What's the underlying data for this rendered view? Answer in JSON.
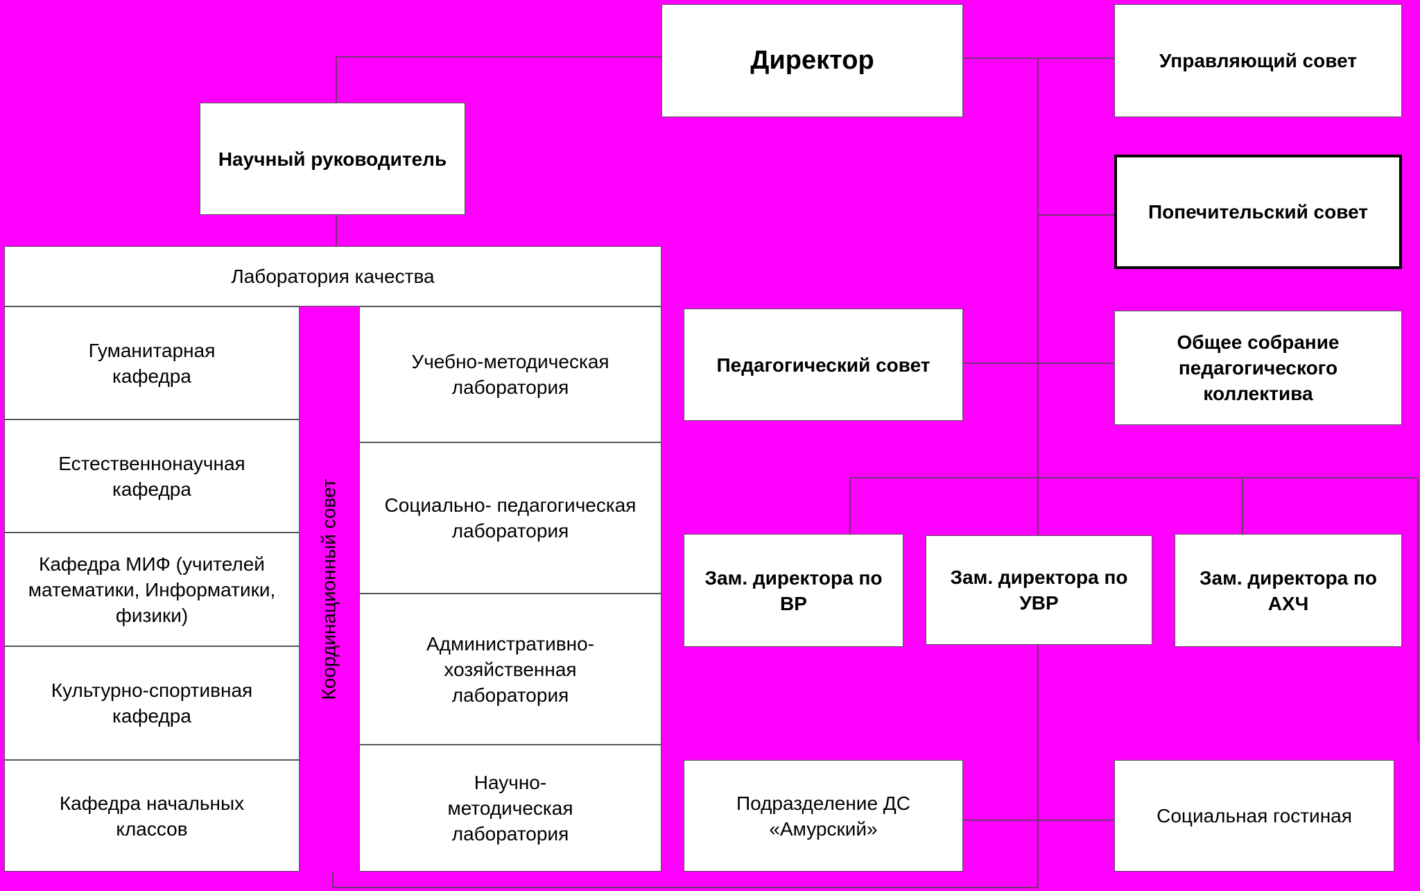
{
  "colors": {
    "background": "#ff00ff",
    "box": "#ffffff",
    "line": "#444444"
  },
  "nodes": {
    "director": "Директор",
    "governing_council": "Управляющий совет",
    "scientific_supervisor": "Научный руководитель",
    "board_of_trustees": "Попечительский совет",
    "quality_lab": "Лаборатория качества",
    "pedagogical_council": "Педагогический совет",
    "general_meeting": "Общее собрание педагогического коллектива",
    "coordination_council": "Координационный совет",
    "departments": [
      "Гуманитарная кафедра",
      "Естественнонаучная кафедра",
      "Кафедра МИФ (учителей математики, Информатики, физики)",
      "Культурно-спортивная кафедра",
      "Кафедра начальных классов"
    ],
    "laboratories": [
      "Учебно-методическая лаборатория",
      "Социально- педагогическая лаборатория",
      "Административно-хозяйственная лаборатория",
      "Научно-методическая лаборатория"
    ],
    "deputy_vr": "Зам. директора по ВР",
    "deputy_uvr": "Зам. директора по УВР",
    "deputy_ahch": "Зам. директора по АХЧ",
    "kindergarten_unit": "Подразделение ДС «Амурский»",
    "social_lounge": "Социальная гостиная"
  }
}
